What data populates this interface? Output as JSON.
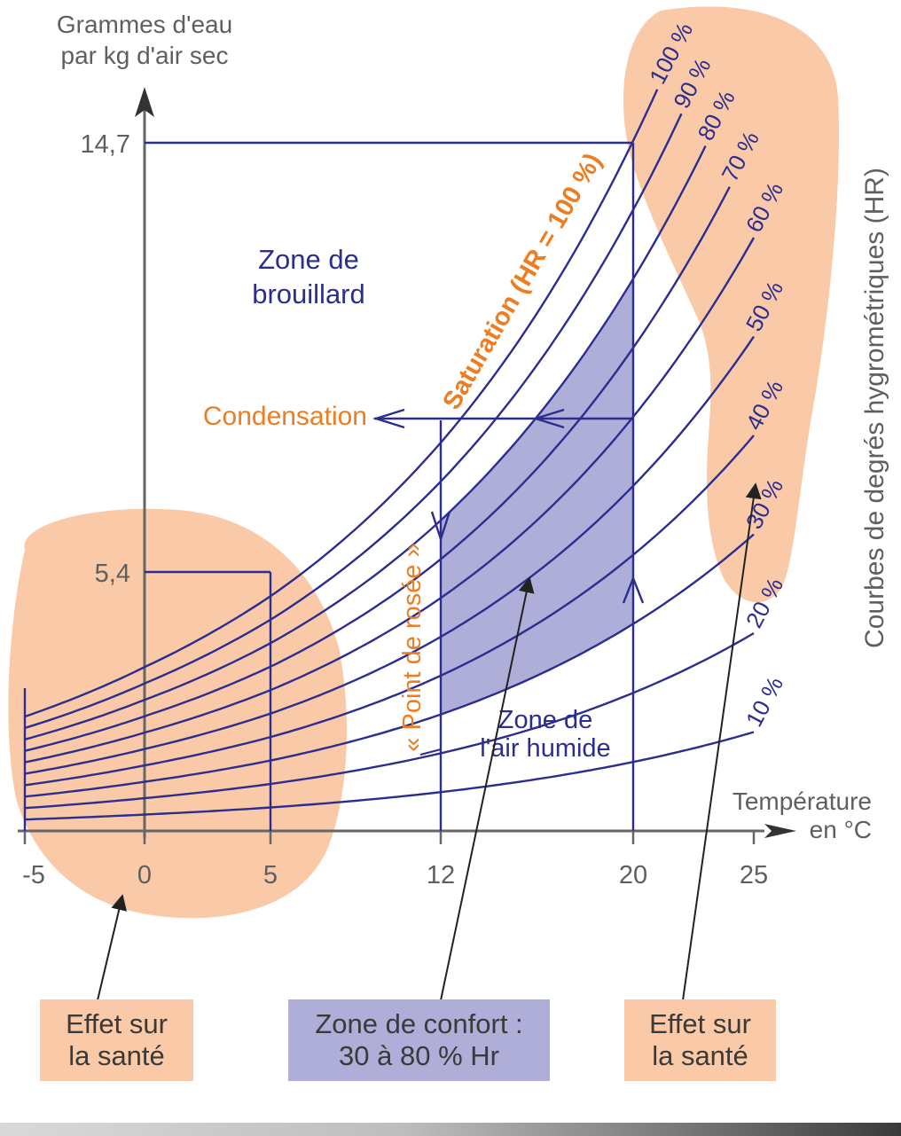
{
  "colors": {
    "curve": "#2b2e8f",
    "comfort_fill": "#aeaed8",
    "health_fill": "#f9c9a8",
    "orange_text": "#ee7d22",
    "axis": "#666666",
    "label_gray": "#5f5f5f"
  },
  "chart_data": {
    "type": "line",
    "title": "",
    "xlabel": "Température en °C",
    "ylabel": "Grammes d'eau par kg d'air sec",
    "xlim": [
      -5,
      25
    ],
    "x_ticks": [
      "-5",
      "0",
      "5",
      "12",
      "20",
      "25"
    ],
    "y_ticks": [
      "5,4",
      "14,7"
    ],
    "curves_label": "Courbes de degrés hygrométriques (HR)",
    "series": [
      {
        "name": "100 %",
        "rh": 100,
        "label_x": 21
      },
      {
        "name": "90 %",
        "rh": 90,
        "label_x": 22
      },
      {
        "name": "80 %",
        "rh": 80,
        "label_x": 23
      },
      {
        "name": "70 %",
        "rh": 70,
        "label_x": 24
      },
      {
        "name": "60 %",
        "rh": 60,
        "label_x": 25
      },
      {
        "name": "50 %",
        "rh": 50,
        "label_x": 25
      },
      {
        "name": "40 %",
        "rh": 40,
        "label_x": 25
      },
      {
        "name": "30 %",
        "rh": 30,
        "label_x": 25
      },
      {
        "name": "20 %",
        "rh": 20,
        "label_x": 25
      },
      {
        "name": "10 %",
        "rh": 10,
        "label_x": 25
      }
    ],
    "annotations": {
      "saturation": "Saturation (HR = 100 %)",
      "fog_zone": [
        "Zone de",
        "brouillard"
      ],
      "condensation": "Condensation",
      "dew_point": "« Point de rosée »",
      "humid_air": [
        "Zone de",
        "l'air humide"
      ]
    },
    "comfort_zone": {
      "x_range": [
        12,
        20
      ],
      "rh_range": [
        30,
        80
      ]
    },
    "reference_points": [
      {
        "x": 20,
        "y": 14.7,
        "label": "14,7"
      },
      {
        "x": 5,
        "y": 5.4,
        "label": "5,4"
      }
    ],
    "condensation_level_g_per_kg": 8.8
  },
  "boxes": {
    "health_left": [
      "Effet sur",
      "la santé"
    ],
    "comfort": [
      "Zone de confort :",
      "30 à 80 % Hr"
    ],
    "health_right": [
      "Effet sur",
      "la santé"
    ]
  }
}
